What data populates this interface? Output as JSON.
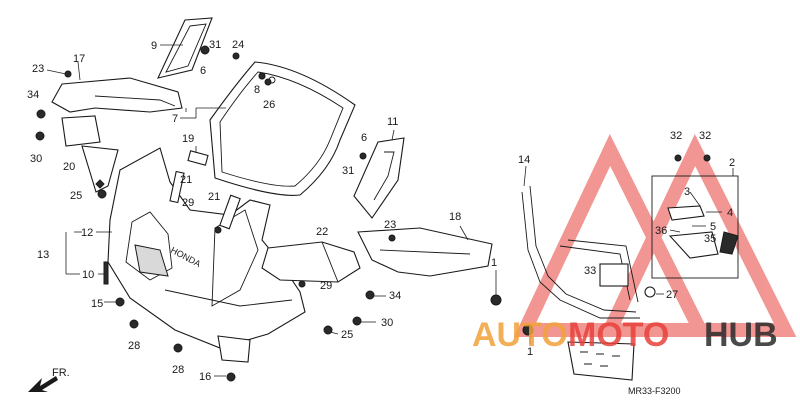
{
  "diagram": {
    "code": "MR33-F3200",
    "front_label": "FR.",
    "watermark": {
      "text_a": "AUTO",
      "text_b": "MOTO",
      "text_c": "HUB",
      "color_orange": "#f2a23a",
      "color_red": "#e8413c",
      "color_dark": "#2b2b2b"
    },
    "callouts": {
      "c1": "1",
      "c1b": "1",
      "c5": "5",
      "c6": "6",
      "c6b": "6",
      "c7": "7",
      "c8": "8",
      "c9": "9",
      "c10": "10",
      "c11": "11",
      "c12": "12",
      "c13": "13",
      "c14": "14",
      "c15": "15",
      "c16": "16",
      "c17": "17",
      "c18": "18",
      "c19": "19",
      "c20": "20",
      "c21": "21",
      "c21b": "21",
      "c22": "22",
      "c23": "23",
      "c23b": "23",
      "c24": "24",
      "c25": "25",
      "c25b": "25",
      "c26": "26",
      "c27": "27",
      "c28": "28",
      "c28b": "28",
      "c29": "29",
      "c29b": "29",
      "c30": "30",
      "c30b": "30",
      "c31": "31",
      "c31b": "31",
      "c32": "32",
      "c32b": "32",
      "c33": "33",
      "c34": "34",
      "c34b": "34",
      "c35": "35",
      "c36": "36",
      "c2": "2",
      "c3": "3",
      "c4": "4"
    }
  }
}
